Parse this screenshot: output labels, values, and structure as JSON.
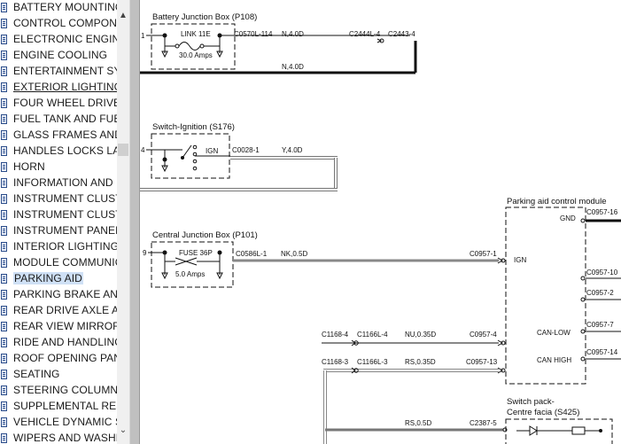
{
  "nav": {
    "items": [
      {
        "label": "BATTERY MOUNTING"
      },
      {
        "label": "CONTROL COMPONENTS"
      },
      {
        "label": "ELECTRONIC ENGINE"
      },
      {
        "label": "ENGINE COOLING"
      },
      {
        "label": "ENTERTAINMENT SYSTEMS"
      },
      {
        "label": "EXTERIOR LIGHTING"
      },
      {
        "label": "FOUR WHEEL DRIVE"
      },
      {
        "label": "FUEL TANK AND FUEL"
      },
      {
        "label": "GLASS FRAMES AND"
      },
      {
        "label": "HANDLES LOCKS LATCHES"
      },
      {
        "label": "HORN"
      },
      {
        "label": "INFORMATION AND"
      },
      {
        "label": "INSTRUMENT CLUSTER"
      },
      {
        "label": "INSTRUMENT CLUSTER"
      },
      {
        "label": "INSTRUMENT PANEL"
      },
      {
        "label": "INTERIOR LIGHTING"
      },
      {
        "label": "MODULE COMMUNICATIONS"
      },
      {
        "label": "PARKING AID"
      },
      {
        "label": "PARKING BRAKE AND"
      },
      {
        "label": "REAR DRIVE AXLE AND"
      },
      {
        "label": "REAR VIEW MIRRORS"
      },
      {
        "label": "RIDE AND HANDLING"
      },
      {
        "label": "ROOF OPENING PANEL"
      },
      {
        "label": "SEATING"
      },
      {
        "label": "STEERING COLUMN"
      },
      {
        "label": "SUPPLEMENTAL RESTRAINT"
      },
      {
        "label": "VEHICLE DYNAMIC SYSTEMS"
      },
      {
        "label": "WIPERS AND WASHERS"
      }
    ],
    "selected_index": 17,
    "underlined_index": 5
  },
  "scrollbar": {
    "up_icon": "triangle-up",
    "down_icon": "chevron-down"
  },
  "diagram": {
    "battery_box": {
      "title": "Battery Junction Box (P108)",
      "link": "LINK 11E",
      "rating": "30.0 Amps",
      "pin": "1",
      "connector": "C0570L-114",
      "wire": "N,4.0D",
      "connector2": "C2444L-4",
      "connector3": "C2443-4",
      "wire2": "N,4.0D"
    },
    "ignition": {
      "title": "Switch-Ignition (S176)",
      "pin": "4",
      "state": "IGN",
      "connector": "C0028-1",
      "wire": "Y,4.0D"
    },
    "central_box": {
      "title": "Central Junction Box (P101)",
      "pin": "9",
      "fuse": "FUSE 36P",
      "rating": "5.0 Amps",
      "connector": "C0586L-1",
      "wire": "NK,0.5D",
      "connector2": "C0957-1",
      "ign_label": "IGN"
    },
    "module": {
      "title": "Parking aid control module",
      "gnd": "GND",
      "can_low": "CAN-LOW",
      "can_high": "CAN HIGH",
      "pins": [
        "C0957-16",
        "C0957-10",
        "C0957-2",
        "C0957-7",
        "C0957-14"
      ]
    },
    "can_low_line": {
      "c1": "C1168-4",
      "c2": "C1166L-4",
      "wire": "NU,0.35D",
      "c3": "C0957-4"
    },
    "can_high_line": {
      "c1": "C1168-3",
      "c2": "C1166L-3",
      "wire": "RS,0.35D",
      "c3": "C0957-13"
    },
    "switch_pack": {
      "title_line1": "Switch pack-",
      "title_line2": "Centre facia (S425)",
      "wire": "RS,0.5D",
      "connector": "C2387-5"
    }
  }
}
